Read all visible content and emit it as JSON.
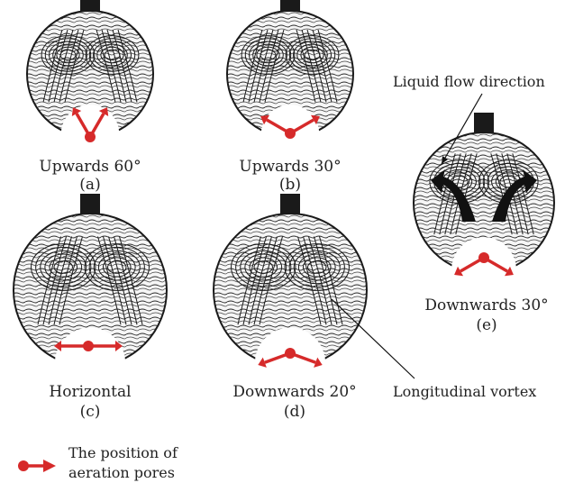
{
  "panels": [
    {
      "id": "a",
      "caption": "Upwards 60°",
      "letter": "(a)",
      "arrow_angle_deg": 60
    },
    {
      "id": "b",
      "caption": "Upwards 30°",
      "letter": "(b)",
      "arrow_angle_deg": 30
    },
    {
      "id": "c",
      "caption": "Horizontal",
      "letter": "(c)",
      "arrow_angle_deg": 0
    },
    {
      "id": "d",
      "caption": "Downwards 20°",
      "letter": "(d)",
      "arrow_angle_deg": -20
    },
    {
      "id": "e",
      "caption": "Downwards 30°",
      "letter": "(e)",
      "arrow_angle_deg": -30
    }
  ],
  "annotations": {
    "flow_direction": "Liquid flow direction",
    "vortex": "Longitudinal vortex"
  },
  "legend": {
    "line1": "The position of",
    "line2": "aeration pores"
  },
  "colors": {
    "marker": "#d62a2a",
    "streamline": "#1a1a1a"
  }
}
